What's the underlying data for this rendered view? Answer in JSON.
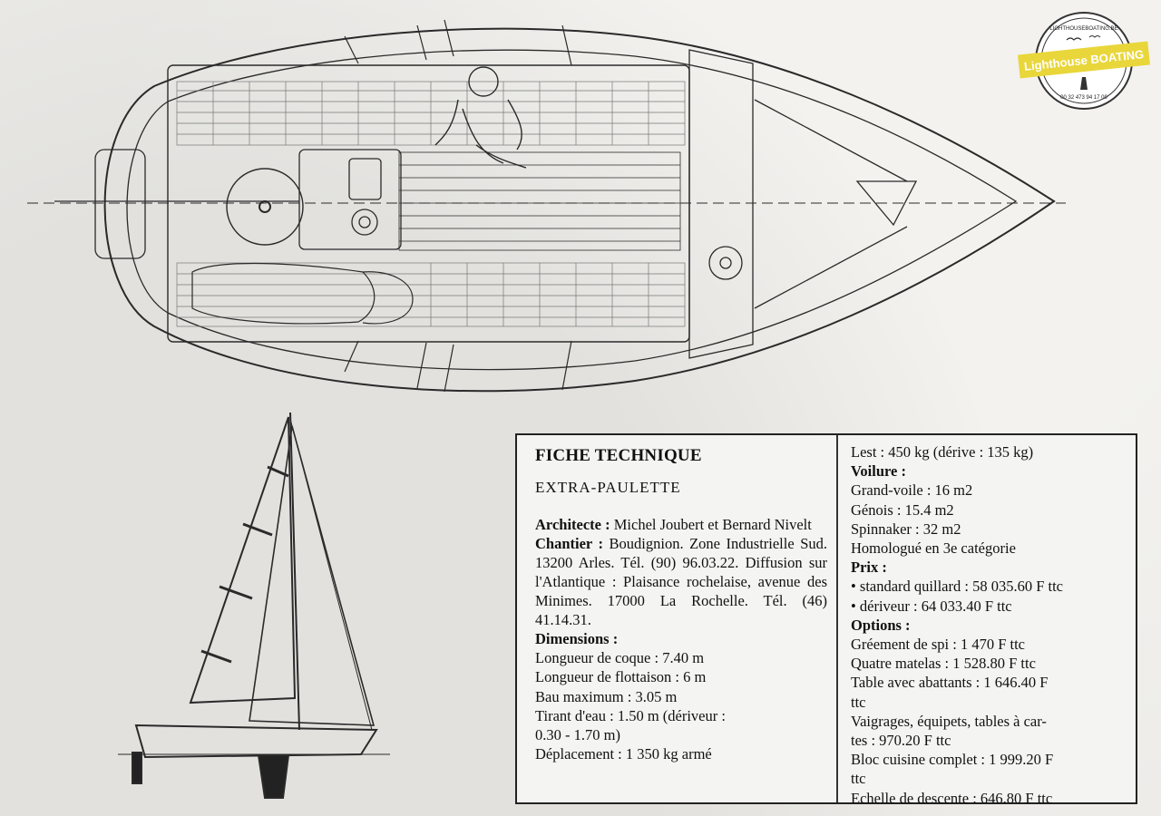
{
  "badge": {
    "brand": "Lighthouse",
    "brand_strong": "BOATING",
    "url": "LIGHTHOUSEBOATING.BE",
    "phone": "00 32 473 94 17 09"
  },
  "fiche": {
    "title": "FICHE TECHNIQUE",
    "model": "EXTRA-PAULETTE",
    "architecte_label": "Architecte :",
    "architecte_text": "Michel Joubert et Bernard Nivelt",
    "chantier_label": "Chantier :",
    "chantier_text": "Boudignion. Zone Industrielle Sud. 13200 Arles. Tél. (90) 96.03.22. Diffusion sur l'Atlantique : Plaisance rochelaise, avenue des Minimes. 17000 La Rochelle. Tél. (46) 41.14.31.",
    "dimensions_label": "Dimensions :",
    "dimensions": [
      "Longueur de coque : 7.40 m",
      "Longueur de flottaison : 6 m",
      "Bau maximum : 3.05 m",
      "Tirant d'eau : 1.50 m (dériveur :",
      "0.30 - 1.70 m)",
      "Déplacement : 1 350 kg armé"
    ],
    "right_lines": [
      {
        "text": "Lest : 450 kg (dérive : 135 kg)",
        "bold": false
      },
      {
        "text": "Voilure :",
        "bold": true
      },
      {
        "text": "Grand-voile : 16 m2",
        "bold": false
      },
      {
        "text": "Génois : 15.4 m2",
        "bold": false
      },
      {
        "text": "Spinnaker : 32 m2",
        "bold": false
      },
      {
        "text": "Homologué en 3e catégorie",
        "bold": false
      },
      {
        "text": "Prix :",
        "bold": true
      },
      {
        "text": "• standard quillard : 58 035.60 F ttc",
        "bold": false
      },
      {
        "text": "• dériveur : 64 033.40 F ttc",
        "bold": false
      },
      {
        "text": "Options :",
        "bold": true
      },
      {
        "text": "Gréement de spi : 1 470 F ttc",
        "bold": false
      },
      {
        "text": "Quatre matelas : 1 528.80 F ttc",
        "bold": false
      },
      {
        "text": "Table avec abattants : 1 646.40 F",
        "bold": false
      },
      {
        "text": "ttc",
        "bold": false
      },
      {
        "text": "Vaigrages, équipets, tables à car-",
        "bold": false
      },
      {
        "text": "tes : 970.20 F ttc",
        "bold": false
      },
      {
        "text": "Bloc cuisine complet : 1 999.20 F",
        "bold": false
      },
      {
        "text": "ttc",
        "bold": false
      },
      {
        "text": "Echelle de descente : 646.80 F ttc",
        "bold": false
      }
    ]
  },
  "colors": {
    "ink": "#222222",
    "paper": "#ecebe8",
    "badge_yellow": "#e9d63a"
  },
  "icons": [
    "boat-deck-plan",
    "sail-profile",
    "lighthouse-icon",
    "seagull-icon"
  ]
}
